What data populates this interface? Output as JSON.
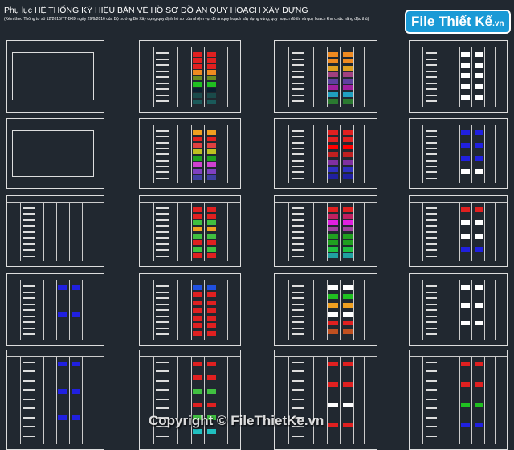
{
  "title": "Phụ lục HỆ THỐNG KÝ HIỆU BẢN VẼ HỒ SƠ ĐỒ ÁN QUY HOẠCH XÂY DỰNG",
  "subtitle": "(Kèm theo Thông tư số 12/2016/TT-BXD ngày 29/6/2016 của Bộ trưởng Bộ Xây dựng quy định hồ sơ của nhiệm vụ, đồ án quy hoạch xây dựng vùng, quy hoạch đô thị và quy hoạch khu chức năng đặc thù)",
  "logo": {
    "main": "File Thiết Kế",
    "suffix": ".vn"
  },
  "watermark": "Copyright © FileThietKe.vn",
  "colors": {
    "background": "#212830",
    "logo": "#1a9ad6"
  },
  "palettes": [
    [],
    [
      "#e02020",
      "#e02020",
      "#e02020",
      "#f08a20",
      "#6a8a20",
      "#20c020",
      "#0a2030",
      "#1a4a4a",
      "#1a5a5a"
    ],
    [
      "#f08a20",
      "#f08a20",
      "#e0a020",
      "#a04080",
      "#6040a0",
      "#a020a0",
      "#20a0c0",
      "#2a7a30"
    ],
    [
      "#ffffff",
      "#ffffff",
      "#ffffff",
      "#ffffff",
      "#ffffff"
    ],
    [],
    [
      "#f0a020",
      "#e02020",
      "#e04040",
      "#c0c020",
      "#20a020",
      "#d040d0",
      "#8040c0",
      "#4040a0"
    ],
    [
      "#e02020",
      "#e02020",
      "#ff0000",
      "#c02020",
      "#8030a0",
      "#3030c0",
      "#2020a0"
    ],
    [
      "#2020e0",
      "#2020e0",
      "#2020e0",
      "#ffffff"
    ],
    [],
    [
      "#e02020",
      "#e02020",
      "#40c040",
      "#f0a020",
      "#40c040",
      "#e02020",
      "#40c040",
      "#e02020"
    ],
    [
      "#e02020",
      "#c02060",
      "#e020e0",
      "#a040a0",
      "#20a020",
      "#20a020",
      "#20c040",
      "#20a0a0"
    ],
    [
      "#e02020",
      "#ffffff",
      "#ffffff",
      "#2020e0"
    ],
    [
      "#2020e0",
      "#2020e0"
    ],
    [
      "#2050e0",
      "#e02020",
      "#e02020",
      "#e02020",
      "#e02020",
      "#e02020",
      "#e02020"
    ],
    [
      "#ffffff",
      "#20c020",
      "#f0a020",
      "#ffffff",
      "#e02020",
      "#c05020"
    ],
    [
      "#ffffff",
      "#ffffff",
      "#ffffff"
    ],
    [
      "#2020e0",
      "#2020e0",
      "#2020e0"
    ],
    [
      "#e02020",
      "#e02020",
      "#40c040",
      "#e02020",
      "#40c040",
      "#20c0c0"
    ],
    [
      "#e02020",
      "#e02020",
      "#ffffff",
      "#e02020"
    ],
    [
      "#e02020",
      "#e02020",
      "#20c020",
      "#2020e0"
    ]
  ]
}
